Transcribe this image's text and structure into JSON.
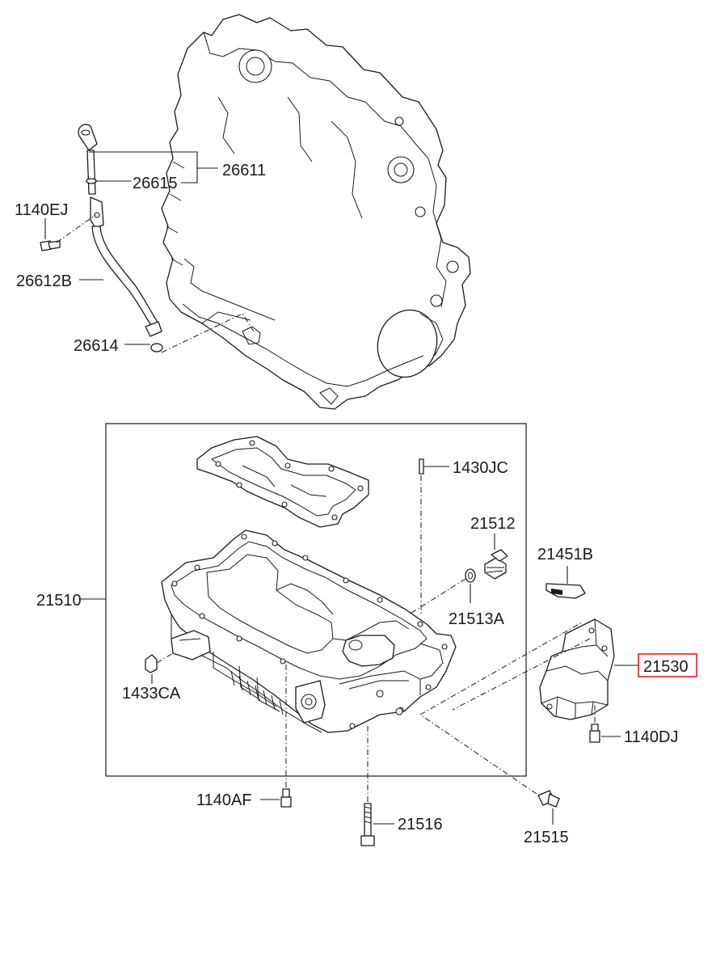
{
  "diagram": {
    "labels": {
      "p26611": "26611",
      "p26615": "26615",
      "p1140EJ": "1140EJ",
      "p26612B": "26612B",
      "p26614": "26614",
      "p1430JC": "1430JC",
      "p21512": "21512",
      "p21451B": "21451B",
      "p21510": "21510",
      "p21513A": "21513A",
      "p21530": "21530",
      "p1433CA": "1433CA",
      "p1140DJ": "1140DJ",
      "p1140AF": "1140AF",
      "p21516": "21516",
      "p21515": "21515"
    },
    "highlight_color": "#e0201e",
    "line_color": "#1a1a1a"
  }
}
